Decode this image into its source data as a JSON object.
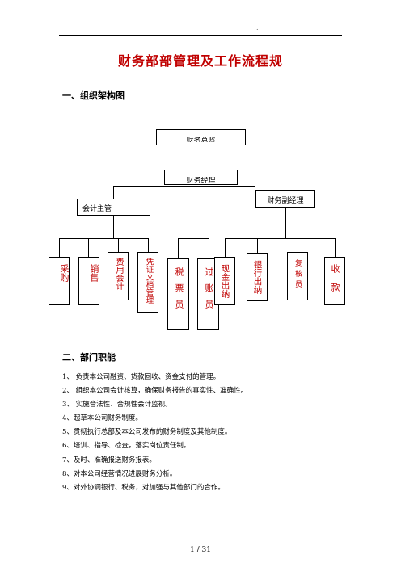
{
  "header": {
    "dot": "."
  },
  "title": "财务部部管理及工作流程规",
  "section1": {
    "heading": "一、组织架构图"
  },
  "org": {
    "top": "财务总监",
    "manager": "财务经理",
    "left_group": "会计主管",
    "right_group": "财务副经理",
    "leaves": {
      "purchasing": "采购",
      "sales": "销售",
      "expense_accounting": "费用会计",
      "archive": "凭证文档管理",
      "tax": "税票员",
      "posting": "过账员",
      "cashier_cash": "现金出纳",
      "cashier_bank": "银行出纳",
      "reviewer": "复核员",
      "collection": "收款"
    }
  },
  "section2": {
    "heading": "二、部门职能"
  },
  "duties": [
    "1、   负责本公司融资、货款回收、资金支付的管理。",
    "2、   组织本公司会计核算，确保财务报告的真实性、准确性。",
    "3、   实施合法性、合规性会计监视。",
    "4、起草本公司财务制度。",
    "5、贯彻执行总部及本公司发布的财务制度及其他制度。",
    "6、培训、指导、检查，落实岗位责任制。",
    "7、及时、准确报送财务报表。",
    "8、对本公司经营情况进展财务分析。",
    "9、对外协调银行、税务，对加强与其他部门的合作。"
  ],
  "footer": {
    "page": "1 / 31"
  }
}
